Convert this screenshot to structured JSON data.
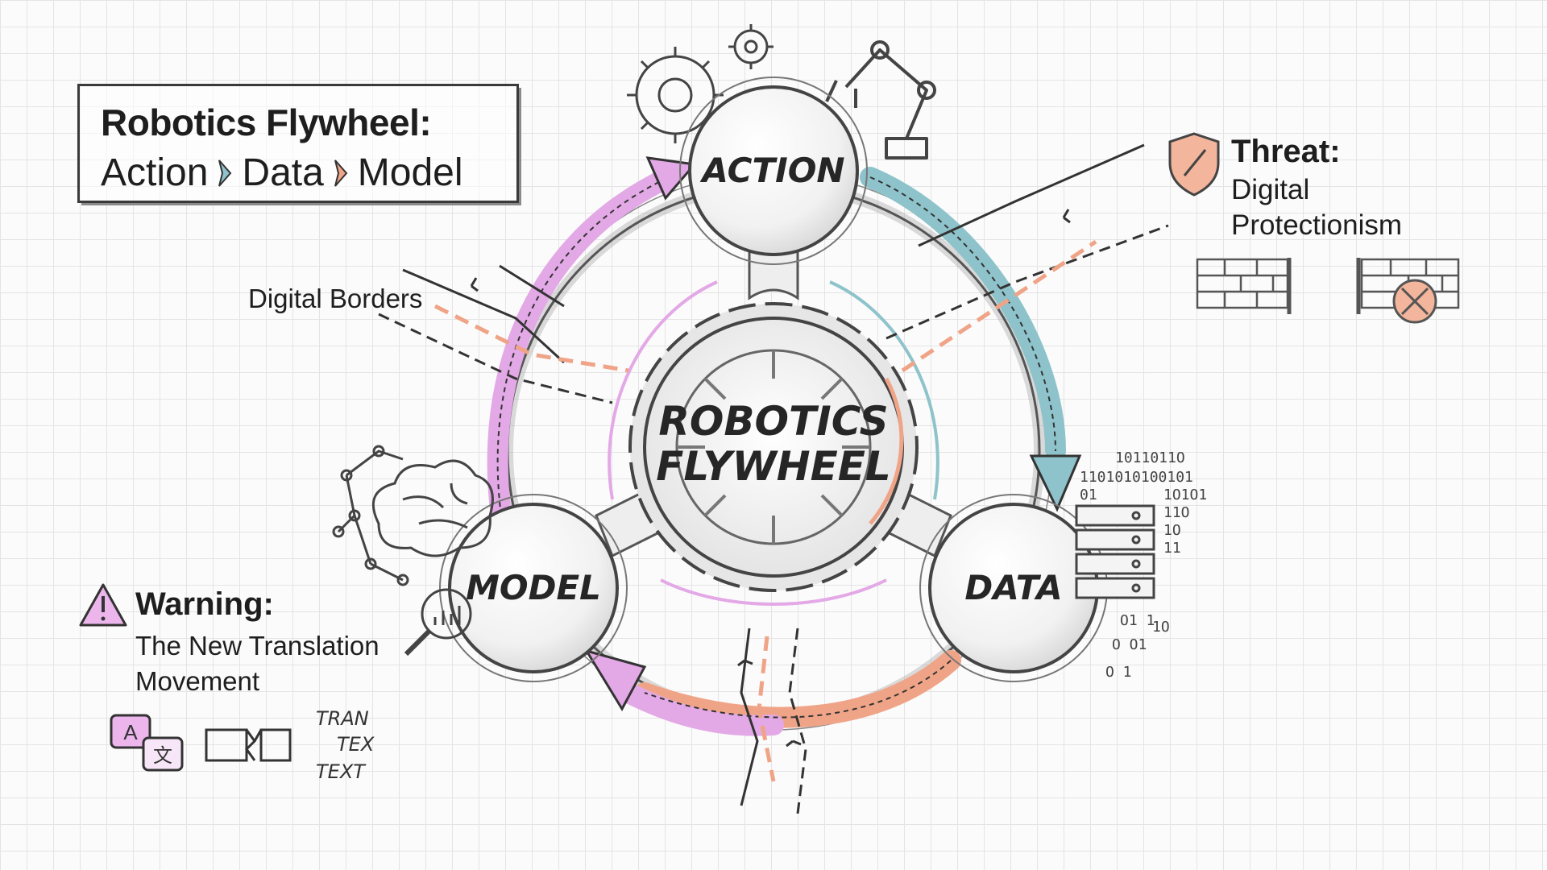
{
  "title": {
    "line1": "Robotics Flywheel:",
    "steps": [
      "Action",
      "Data",
      "Model"
    ]
  },
  "nodes": {
    "action": "ACTION",
    "data": "DATA",
    "model": "MODEL"
  },
  "hub": {
    "line1": "ROBOTICS",
    "line2": "FLYWHEEL"
  },
  "threat": {
    "heading": "Threat:",
    "line1": "Digital",
    "line2": "Protectionism"
  },
  "warning": {
    "heading": "Warning:",
    "line1": "The New Translation",
    "line2": "Movement"
  },
  "borders_label": "Digital Borders",
  "binary": [
    "1011011O",
    "1101010100101",
    "01",
    "1O1O1",
    "11O",
    "1O",
    "11",
    "O1 1",
    "1O",
    "O O1",
    "O 1"
  ],
  "translation_text": [
    "TRAN",
    "TEX",
    "TEXT"
  ],
  "translate_glyphs": {
    "latin": "A",
    "cjk": "文"
  },
  "colors": {
    "ink": "#2b2b2b",
    "pink": "#e3a8e6",
    "teal": "#8ec3cb",
    "salmon": "#f0a487",
    "warning_fill": "#ecb6ec",
    "shield_fill": "#f3b59b"
  },
  "icons": [
    "gear-icon",
    "robot-arm-icon",
    "shield-icon",
    "brick-wall-icon",
    "blocked-icon",
    "brain-network-icon",
    "magnifier-chart-icon",
    "server-rack-icon",
    "warning-triangle-icon",
    "translate-icon",
    "barbed-wire-icon"
  ]
}
